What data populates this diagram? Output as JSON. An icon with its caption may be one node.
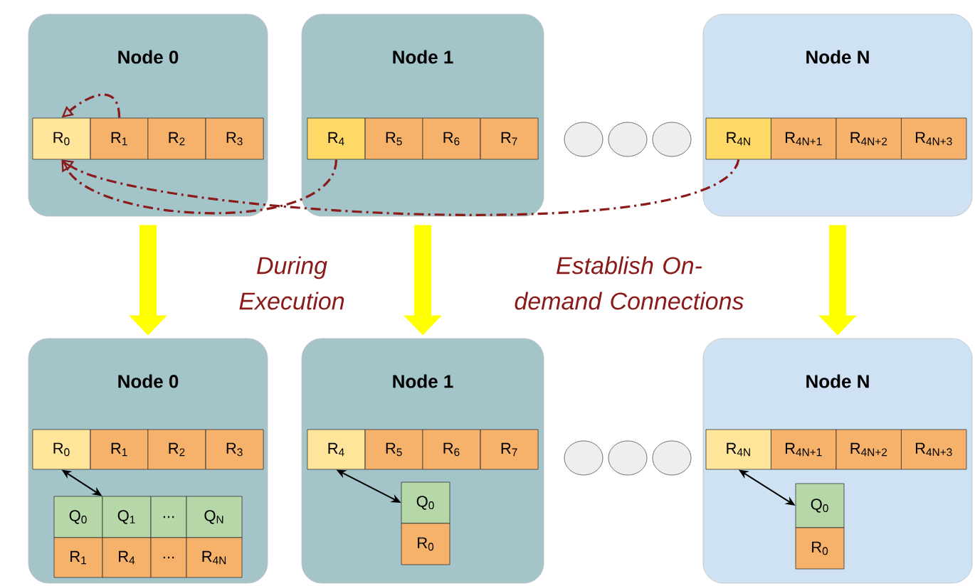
{
  "diagram": {
    "nodes": [
      {
        "text": [
          "Node 0"
        ]
      },
      {
        "text": [
          "R$_{0}$"
        ],
        "in": 0
      },
      {
        "text": [
          "R$_{1}$"
        ],
        "in": 0
      },
      {
        "text": [
          "R$_{2}$"
        ],
        "in": 0
      },
      {
        "text": [
          "R$_{3}$"
        ],
        "in": 0
      },
      {
        "text": [
          "Node 1"
        ]
      },
      {
        "text": [
          "R$_{4}$"
        ],
        "in": 5
      },
      {
        "text": [
          "R$_{5}$"
        ],
        "in": 5
      },
      {
        "text": [
          "R$_{6}$"
        ],
        "in": 5
      },
      {
        "text": [
          "R$_{7}$"
        ],
        "in": 5
      },
      {
        "text": [],
        "shape": "circle"
      },
      {
        "text": [],
        "shape": "circle"
      },
      {
        "text": [],
        "shape": "circle"
      },
      {
        "text": [
          "Node N"
        ]
      },
      {
        "text": [
          "R$_{4N}$"
        ],
        "in": 13
      },
      {
        "text": [
          "R$_{4N+1}$"
        ],
        "in": 13
      },
      {
        "text": [
          "R$_{4N+2}$"
        ],
        "in": 13
      },
      {
        "text": [
          "R$_{4N+3}$"
        ],
        "in": 13
      },
      {
        "text": [
          "Node 0"
        ]
      },
      {
        "text": [
          "R$_{0}$"
        ],
        "in": 18
      },
      {
        "text": [
          "R$_{1}$"
        ],
        "in": 18
      },
      {
        "text": [
          "R$_{2}$"
        ],
        "in": 18
      },
      {
        "text": [
          "R$_{3}$"
        ],
        "in": 18
      },
      {
        "text": [
          "Q$_{0}$"
        ],
        "in": 18
      },
      {
        "text": [
          "Q$_{1}$"
        ],
        "in": 18
      },
      {
        "text": [
          "..."
        ],
        "in": 18
      },
      {
        "text": [
          "Q$_{N}$"
        ],
        "in": 18
      },
      {
        "text": [
          "R$_{1}$"
        ],
        "in": 18
      },
      {
        "text": [
          "R$_{4}$"
        ],
        "in": 18
      },
      {
        "text": [
          "..."
        ],
        "in": 18
      },
      {
        "text": [
          "R$_{4N}$"
        ],
        "in": 18
      },
      {
        "text": [
          "Node 1"
        ]
      },
      {
        "text": [
          "R$_{4}$"
        ],
        "in": 31
      },
      {
        "text": [
          "R$_{5}$"
        ],
        "in": 31
      },
      {
        "text": [
          "R$_{6}$"
        ],
        "in": 31
      },
      {
        "text": [
          "R$_{7}$"
        ],
        "in": 31
      },
      {
        "text": [
          "Q$_{0}$"
        ],
        "in": 31
      },
      {
        "text": [
          "R$_{0}$"
        ],
        "in": 31
      },
      {
        "text": [],
        "shape": "circle"
      },
      {
        "text": [],
        "shape": "circle"
      },
      {
        "text": [],
        "shape": "circle"
      },
      {
        "text": [
          "Node N"
        ]
      },
      {
        "text": [
          "R$_{4N}$"
        ],
        "in": 41
      },
      {
        "text": [
          "R$_{4N+1}$"
        ],
        "in": 41
      },
      {
        "text": [
          "R$_{4N+2}$"
        ],
        "in": 41
      },
      {
        "text": [
          "R$_{4N+3}$"
        ],
        "in": 41
      },
      {
        "text": [
          "Q$_{0}$"
        ],
        "in": 41
      },
      {
        "text": [
          "R$_{0}$"
        ],
        "in": 41
      }
    ],
    "edges": [
      {
        "from": 2,
        "to": 1,
        "arrow": "to",
        "style": "dashed",
        "color": "#8b1a1a"
      },
      {
        "from": 6,
        "to": 1,
        "arrow": "to",
        "style": "dashed",
        "color": "#8b1a1a"
      },
      {
        "from": 14,
        "to": 1,
        "arrow": "to",
        "style": "dashed",
        "color": "#8b1a1a"
      },
      {
        "from": 0,
        "to": 18,
        "arrow": "to",
        "style": "thick",
        "color": "#ffff00"
      },
      {
        "from": 5,
        "to": 31,
        "arrow": "to",
        "style": "thick",
        "color": "#ffff00"
      },
      {
        "from": 13,
        "to": 41,
        "arrow": "to",
        "style": "thick",
        "color": "#ffff00"
      },
      {
        "from": 19,
        "to": 24,
        "arrow": "both",
        "color": "#000000"
      },
      {
        "from": 32,
        "to": 36,
        "arrow": "both",
        "color": "#000000"
      },
      {
        "from": 42,
        "to": 46,
        "arrow": "both",
        "color": "#000000"
      }
    ],
    "labels": [
      "During Execution",
      "Establish On-demand Connections"
    ]
  }
}
